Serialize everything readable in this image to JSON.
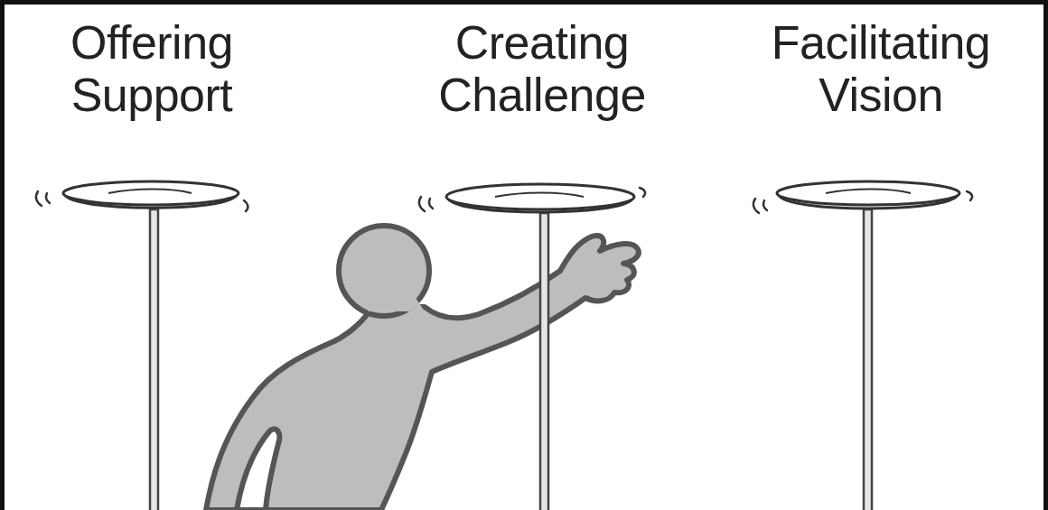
{
  "diagram": {
    "labels": [
      "Offering Support",
      "Creating Challenge",
      "Facilitating Vision"
    ]
  }
}
